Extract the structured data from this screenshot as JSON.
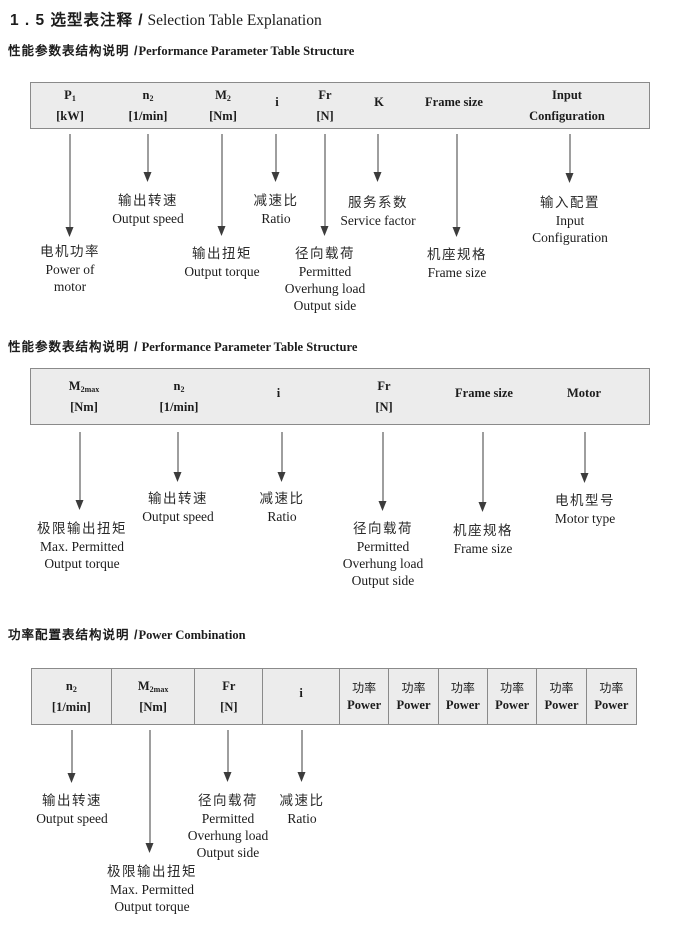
{
  "title": {
    "zh": "1 . 5 选型表注释 /",
    "en": " Selection Table Explanation"
  },
  "s1": {
    "heading": {
      "zh": "性能参数表结构说明 /",
      "en": "Performance Parameter Table Structure"
    },
    "cols": [
      {
        "sym": "P",
        "sub": "1",
        "unit": "[kW]"
      },
      {
        "sym": "n",
        "sub": "2",
        "unit": "[1/min]"
      },
      {
        "sym": "M",
        "sub": "2",
        "unit": "[Nm]"
      },
      {
        "sym": "i",
        "sub": "",
        "unit": ""
      },
      {
        "sym": "Fr",
        "sub": "",
        "unit": "[N]"
      },
      {
        "sym": "K",
        "sub": "",
        "unit": ""
      },
      {
        "sym": "Frame size",
        "sub": "",
        "unit": ""
      },
      {
        "sym": "Input",
        "sub": "",
        "unit": "Configuration"
      }
    ],
    "callouts": [
      {
        "zh": "电机功率",
        "en1": "Power of",
        "en2": "motor",
        "en3": ""
      },
      {
        "zh": "输出转速",
        "en1": "Output speed",
        "en2": "",
        "en3": ""
      },
      {
        "zh": "输出扭矩",
        "en1": "Output torque",
        "en2": "",
        "en3": ""
      },
      {
        "zh": "减速比",
        "en1": "Ratio",
        "en2": "",
        "en3": ""
      },
      {
        "zh": "径向载荷",
        "en1": "Permitted",
        "en2": "Overhung load",
        "en3": "Output side"
      },
      {
        "zh": "服务系数",
        "en1": "Service factor",
        "en2": "",
        "en3": ""
      },
      {
        "zh": "机座规格",
        "en1": "Frame size",
        "en2": "",
        "en3": ""
      },
      {
        "zh": "输入配置",
        "en1": "Input",
        "en2": "Configuration",
        "en3": ""
      }
    ]
  },
  "s2": {
    "heading": {
      "zh": "性能参数表结构说明 /",
      "en": " Performance Parameter Table Structure"
    },
    "cols": [
      {
        "sym": "M",
        "sub": "2max",
        "unit": "[Nm]"
      },
      {
        "sym": "n",
        "sub": "2",
        "unit": "[1/min]"
      },
      {
        "sym": "i",
        "sub": "",
        "unit": ""
      },
      {
        "sym": "Fr",
        "sub": "",
        "unit": "[N]"
      },
      {
        "sym": "Frame size",
        "sub": "",
        "unit": ""
      },
      {
        "sym": "Motor",
        "sub": "",
        "unit": ""
      }
    ],
    "callouts": [
      {
        "zh": "极限输出扭矩",
        "en1": "Max. Permitted",
        "en2": "Output torque",
        "en3": ""
      },
      {
        "zh": "输出转速",
        "en1": "Output speed",
        "en2": "",
        "en3": ""
      },
      {
        "zh": "减速比",
        "en1": "Ratio",
        "en2": "",
        "en3": ""
      },
      {
        "zh": "径向载荷",
        "en1": "Permitted",
        "en2": "Overhung load",
        "en3": "Output side"
      },
      {
        "zh": "机座规格",
        "en1": "Frame size",
        "en2": "",
        "en3": ""
      },
      {
        "zh": "电机型号",
        "en1": "Motor type",
        "en2": "",
        "en3": ""
      }
    ]
  },
  "s3": {
    "heading": {
      "zh": "功率配置表结构说明 /",
      "en": "Power Combination"
    },
    "cols": [
      {
        "sym": "n",
        "sub": "2",
        "unit": "[1/min]"
      },
      {
        "sym": "M",
        "sub": "2max",
        "unit": "[Nm]"
      },
      {
        "sym": "Fr",
        "sub": "",
        "unit": "[N]"
      },
      {
        "sym": "i",
        "sub": "",
        "unit": ""
      }
    ],
    "power_col": {
      "zh": "功率",
      "en": "Power"
    },
    "callouts": [
      {
        "zh": "输出转速",
        "en1": "Output speed",
        "en2": "",
        "en3": ""
      },
      {
        "zh": "极限输出扭矩",
        "en1": "Max. Permitted",
        "en2": "Output torque",
        "en3": ""
      },
      {
        "zh": "径向载荷",
        "en1": "Permitted",
        "en2": "Overhung load",
        "en3": "Output side"
      },
      {
        "zh": "减速比",
        "en1": "Ratio",
        "en2": "",
        "en3": ""
      }
    ]
  },
  "colors": {
    "table_bg": "#ececec",
    "table_border": "#8a8a8a",
    "text": "#1c1c1c"
  }
}
